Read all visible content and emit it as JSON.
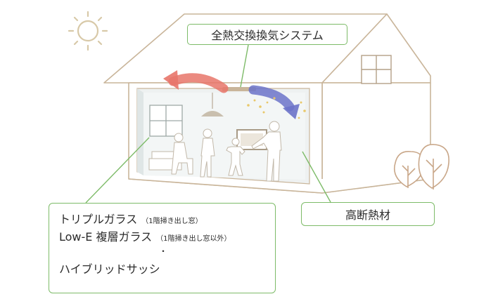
{
  "labels": {
    "system": "全熱交換換気システム",
    "insulation": "高断熱材",
    "glass": {
      "line1_main": "トリプルガラス",
      "line1_note": "（1階掃き出し窓）",
      "line2_main": "Low-E 複層ガラス",
      "line2_note": "（1階掃き出し窓以外）",
      "separator": "・",
      "line3_main": "ハイブリッドサッシ"
    }
  },
  "colors": {
    "outline": "#c9b59a",
    "callout_green": "#7dbb68",
    "arrow_exhaust": "#e8766a",
    "arrow_supply": "#6b73c9",
    "room_wall": "#eef1f1",
    "silhouette": "#ffffff",
    "sun": "#d8c9a8",
    "sparkle": "#e9c86a",
    "dust": "#9a9a9a",
    "tree": "#c9a789"
  }
}
